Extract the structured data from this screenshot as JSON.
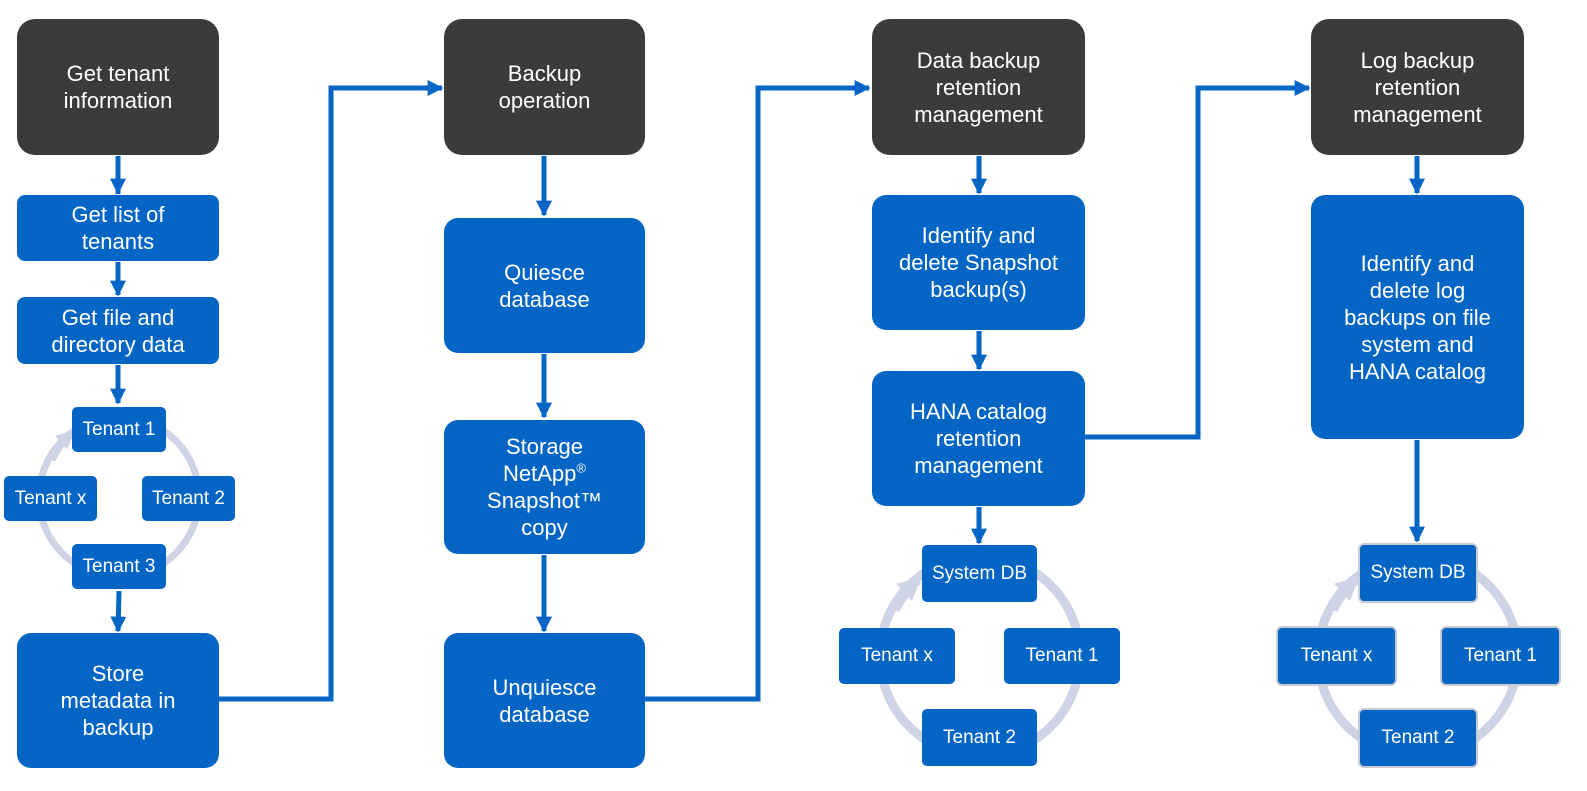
{
  "colors": {
    "dark": "#3b3b3b",
    "blue": "#0565c4",
    "ring": "#cfd3e6",
    "white": "#ffffff"
  },
  "col1": {
    "header": "Get tenant\ninformation",
    "step1": "Get list of\ntenants",
    "step2": "Get file and\ndirectory data",
    "ring": {
      "top": "Tenant 1",
      "right": "Tenant 2",
      "bottom": "Tenant 3",
      "left": "Tenant x"
    },
    "final": "Store\nmetadata in\nbackup"
  },
  "col2": {
    "header": "Backup\noperation",
    "step1": "Quiesce\ndatabase",
    "step2_line1": "Storage",
    "step2_line2": "NetApp",
    "step2_reg": "®",
    "step2_line3": "Snapshot™",
    "step2_line4": "copy",
    "step3": "Unquiesce\ndatabase"
  },
  "col3": {
    "header": "Data backup\nretention\nmanagement",
    "step1": "Identify and\ndelete Snapshot\nbackup(s)",
    "step2": "HANA catalog\nretention\nmanagement",
    "ring": {
      "top": "System DB",
      "right": "Tenant 1",
      "bottom": "Tenant 2",
      "left": "Tenant x"
    }
  },
  "col4": {
    "header": "Log backup\nretention\nmanagement",
    "step1": "Identify and\ndelete log\nbackups on file\nsystem and\nHANA catalog",
    "ring": {
      "top": "System DB",
      "right": "Tenant 1",
      "bottom": "Tenant 2",
      "left": "Tenant x"
    }
  }
}
